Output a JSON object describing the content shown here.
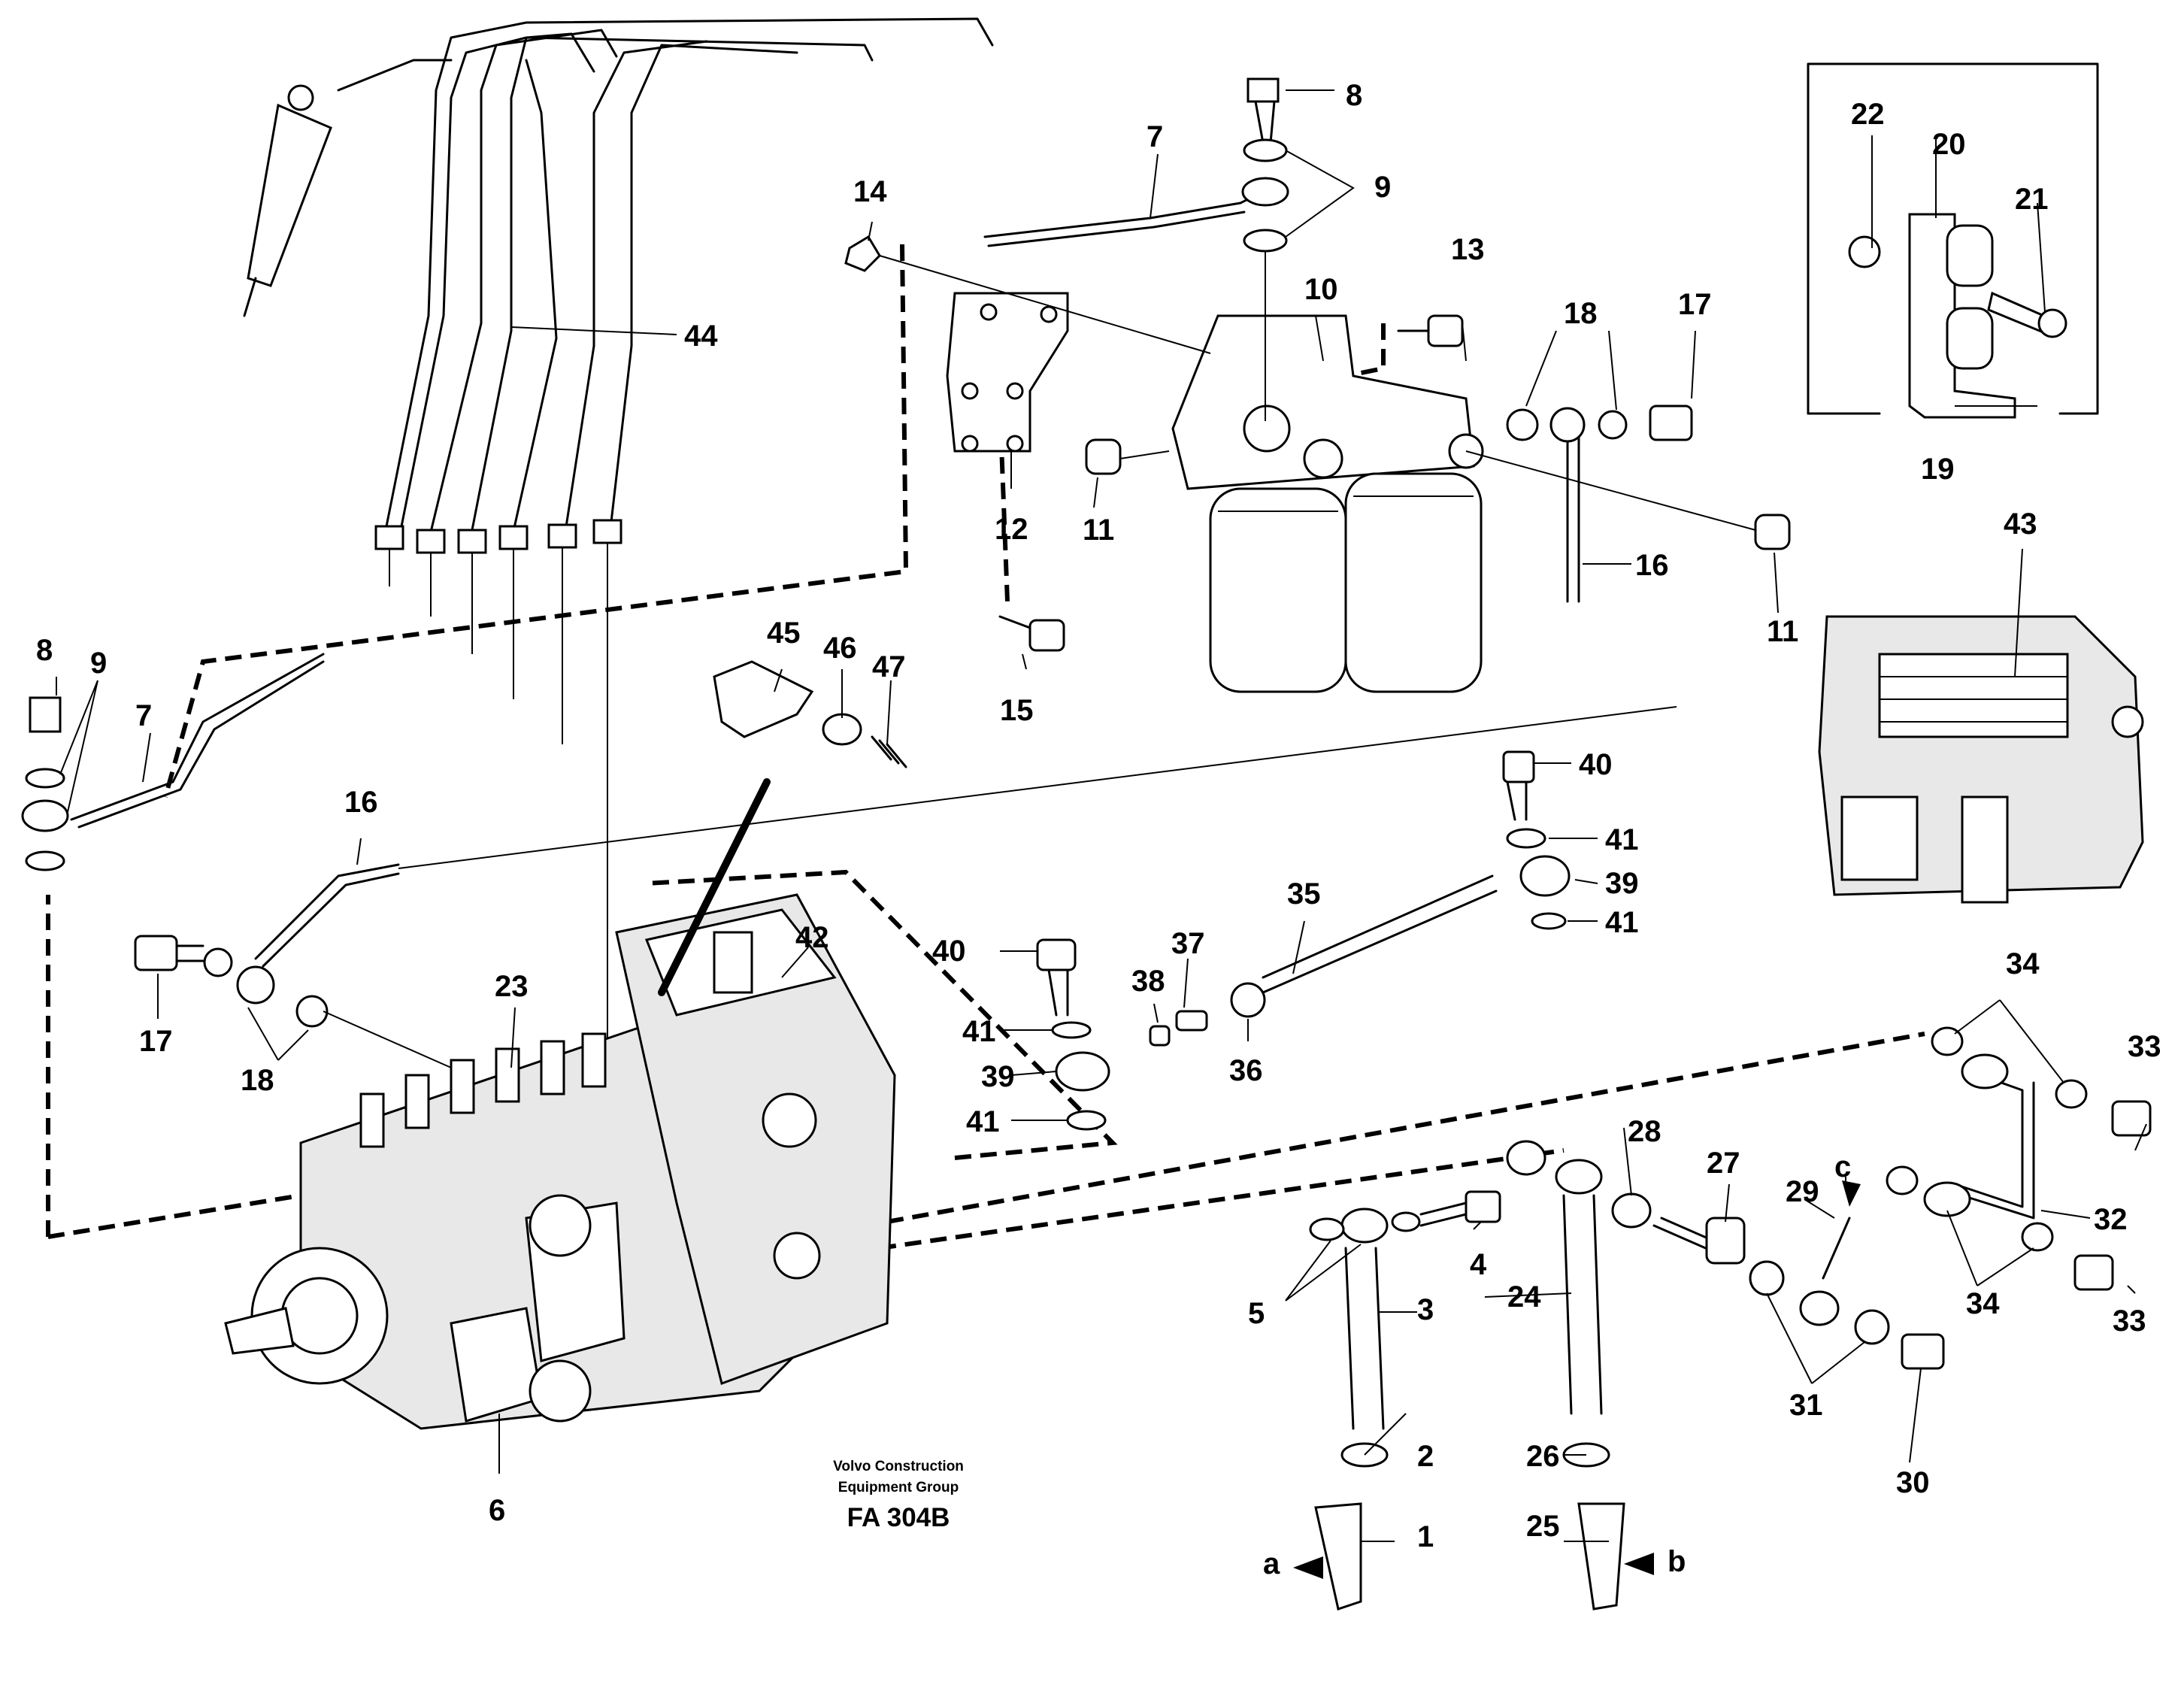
{
  "title": "",
  "caption": {
    "maker_line1": "Volvo Construction",
    "maker_line2": "Equipment Group",
    "figure_code": "FA 304B"
  },
  "callouts": [
    {
      "id": "c-1",
      "text": "1"
    },
    {
      "id": "c-2",
      "text": "2"
    },
    {
      "id": "c-3",
      "text": "3"
    },
    {
      "id": "c-4",
      "text": "4"
    },
    {
      "id": "c-5",
      "text": "5"
    },
    {
      "id": "c-6",
      "text": "6"
    },
    {
      "id": "c-7a",
      "text": "7"
    },
    {
      "id": "c-7b",
      "text": "7"
    },
    {
      "id": "c-8a",
      "text": "8"
    },
    {
      "id": "c-8b",
      "text": "8"
    },
    {
      "id": "c-9a",
      "text": "9"
    },
    {
      "id": "c-9b",
      "text": "9"
    },
    {
      "id": "c-10",
      "text": "10"
    },
    {
      "id": "c-11a",
      "text": "11"
    },
    {
      "id": "c-11b",
      "text": "11"
    },
    {
      "id": "c-12",
      "text": "12"
    },
    {
      "id": "c-13",
      "text": "13"
    },
    {
      "id": "c-14",
      "text": "14"
    },
    {
      "id": "c-15",
      "text": "15"
    },
    {
      "id": "c-16a",
      "text": "16"
    },
    {
      "id": "c-16b",
      "text": "16"
    },
    {
      "id": "c-17a",
      "text": "17"
    },
    {
      "id": "c-17b",
      "text": "17"
    },
    {
      "id": "c-18a",
      "text": "18"
    },
    {
      "id": "c-18b",
      "text": "18"
    },
    {
      "id": "c-19",
      "text": "19"
    },
    {
      "id": "c-20",
      "text": "20"
    },
    {
      "id": "c-21",
      "text": "21"
    },
    {
      "id": "c-22",
      "text": "22"
    },
    {
      "id": "c-23",
      "text": "23"
    },
    {
      "id": "c-24",
      "text": "24"
    },
    {
      "id": "c-25",
      "text": "25"
    },
    {
      "id": "c-26",
      "text": "26"
    },
    {
      "id": "c-27",
      "text": "27"
    },
    {
      "id": "c-28",
      "text": "28"
    },
    {
      "id": "c-29",
      "text": "29"
    },
    {
      "id": "c-30",
      "text": "30"
    },
    {
      "id": "c-31",
      "text": "31"
    },
    {
      "id": "c-32",
      "text": "32"
    },
    {
      "id": "c-33a",
      "text": "33"
    },
    {
      "id": "c-33b",
      "text": "33"
    },
    {
      "id": "c-34a",
      "text": "34"
    },
    {
      "id": "c-34b",
      "text": "34"
    },
    {
      "id": "c-35",
      "text": "35"
    },
    {
      "id": "c-36",
      "text": "36"
    },
    {
      "id": "c-37",
      "text": "37"
    },
    {
      "id": "c-38",
      "text": "38"
    },
    {
      "id": "c-39a",
      "text": "39"
    },
    {
      "id": "c-39b",
      "text": "39"
    },
    {
      "id": "c-40a",
      "text": "40"
    },
    {
      "id": "c-40b",
      "text": "40"
    },
    {
      "id": "c-41a",
      "text": "41"
    },
    {
      "id": "c-41b",
      "text": "41"
    },
    {
      "id": "c-41c",
      "text": "41"
    },
    {
      "id": "c-41d",
      "text": "41"
    },
    {
      "id": "c-42",
      "text": "42"
    },
    {
      "id": "c-43",
      "text": "43"
    },
    {
      "id": "c-44",
      "text": "44"
    },
    {
      "id": "c-45",
      "text": "45"
    },
    {
      "id": "c-46",
      "text": "46"
    },
    {
      "id": "c-47",
      "text": "47"
    },
    {
      "id": "c-a",
      "text": "a"
    },
    {
      "id": "c-b",
      "text": "b"
    },
    {
      "id": "c-c",
      "text": "c"
    }
  ]
}
